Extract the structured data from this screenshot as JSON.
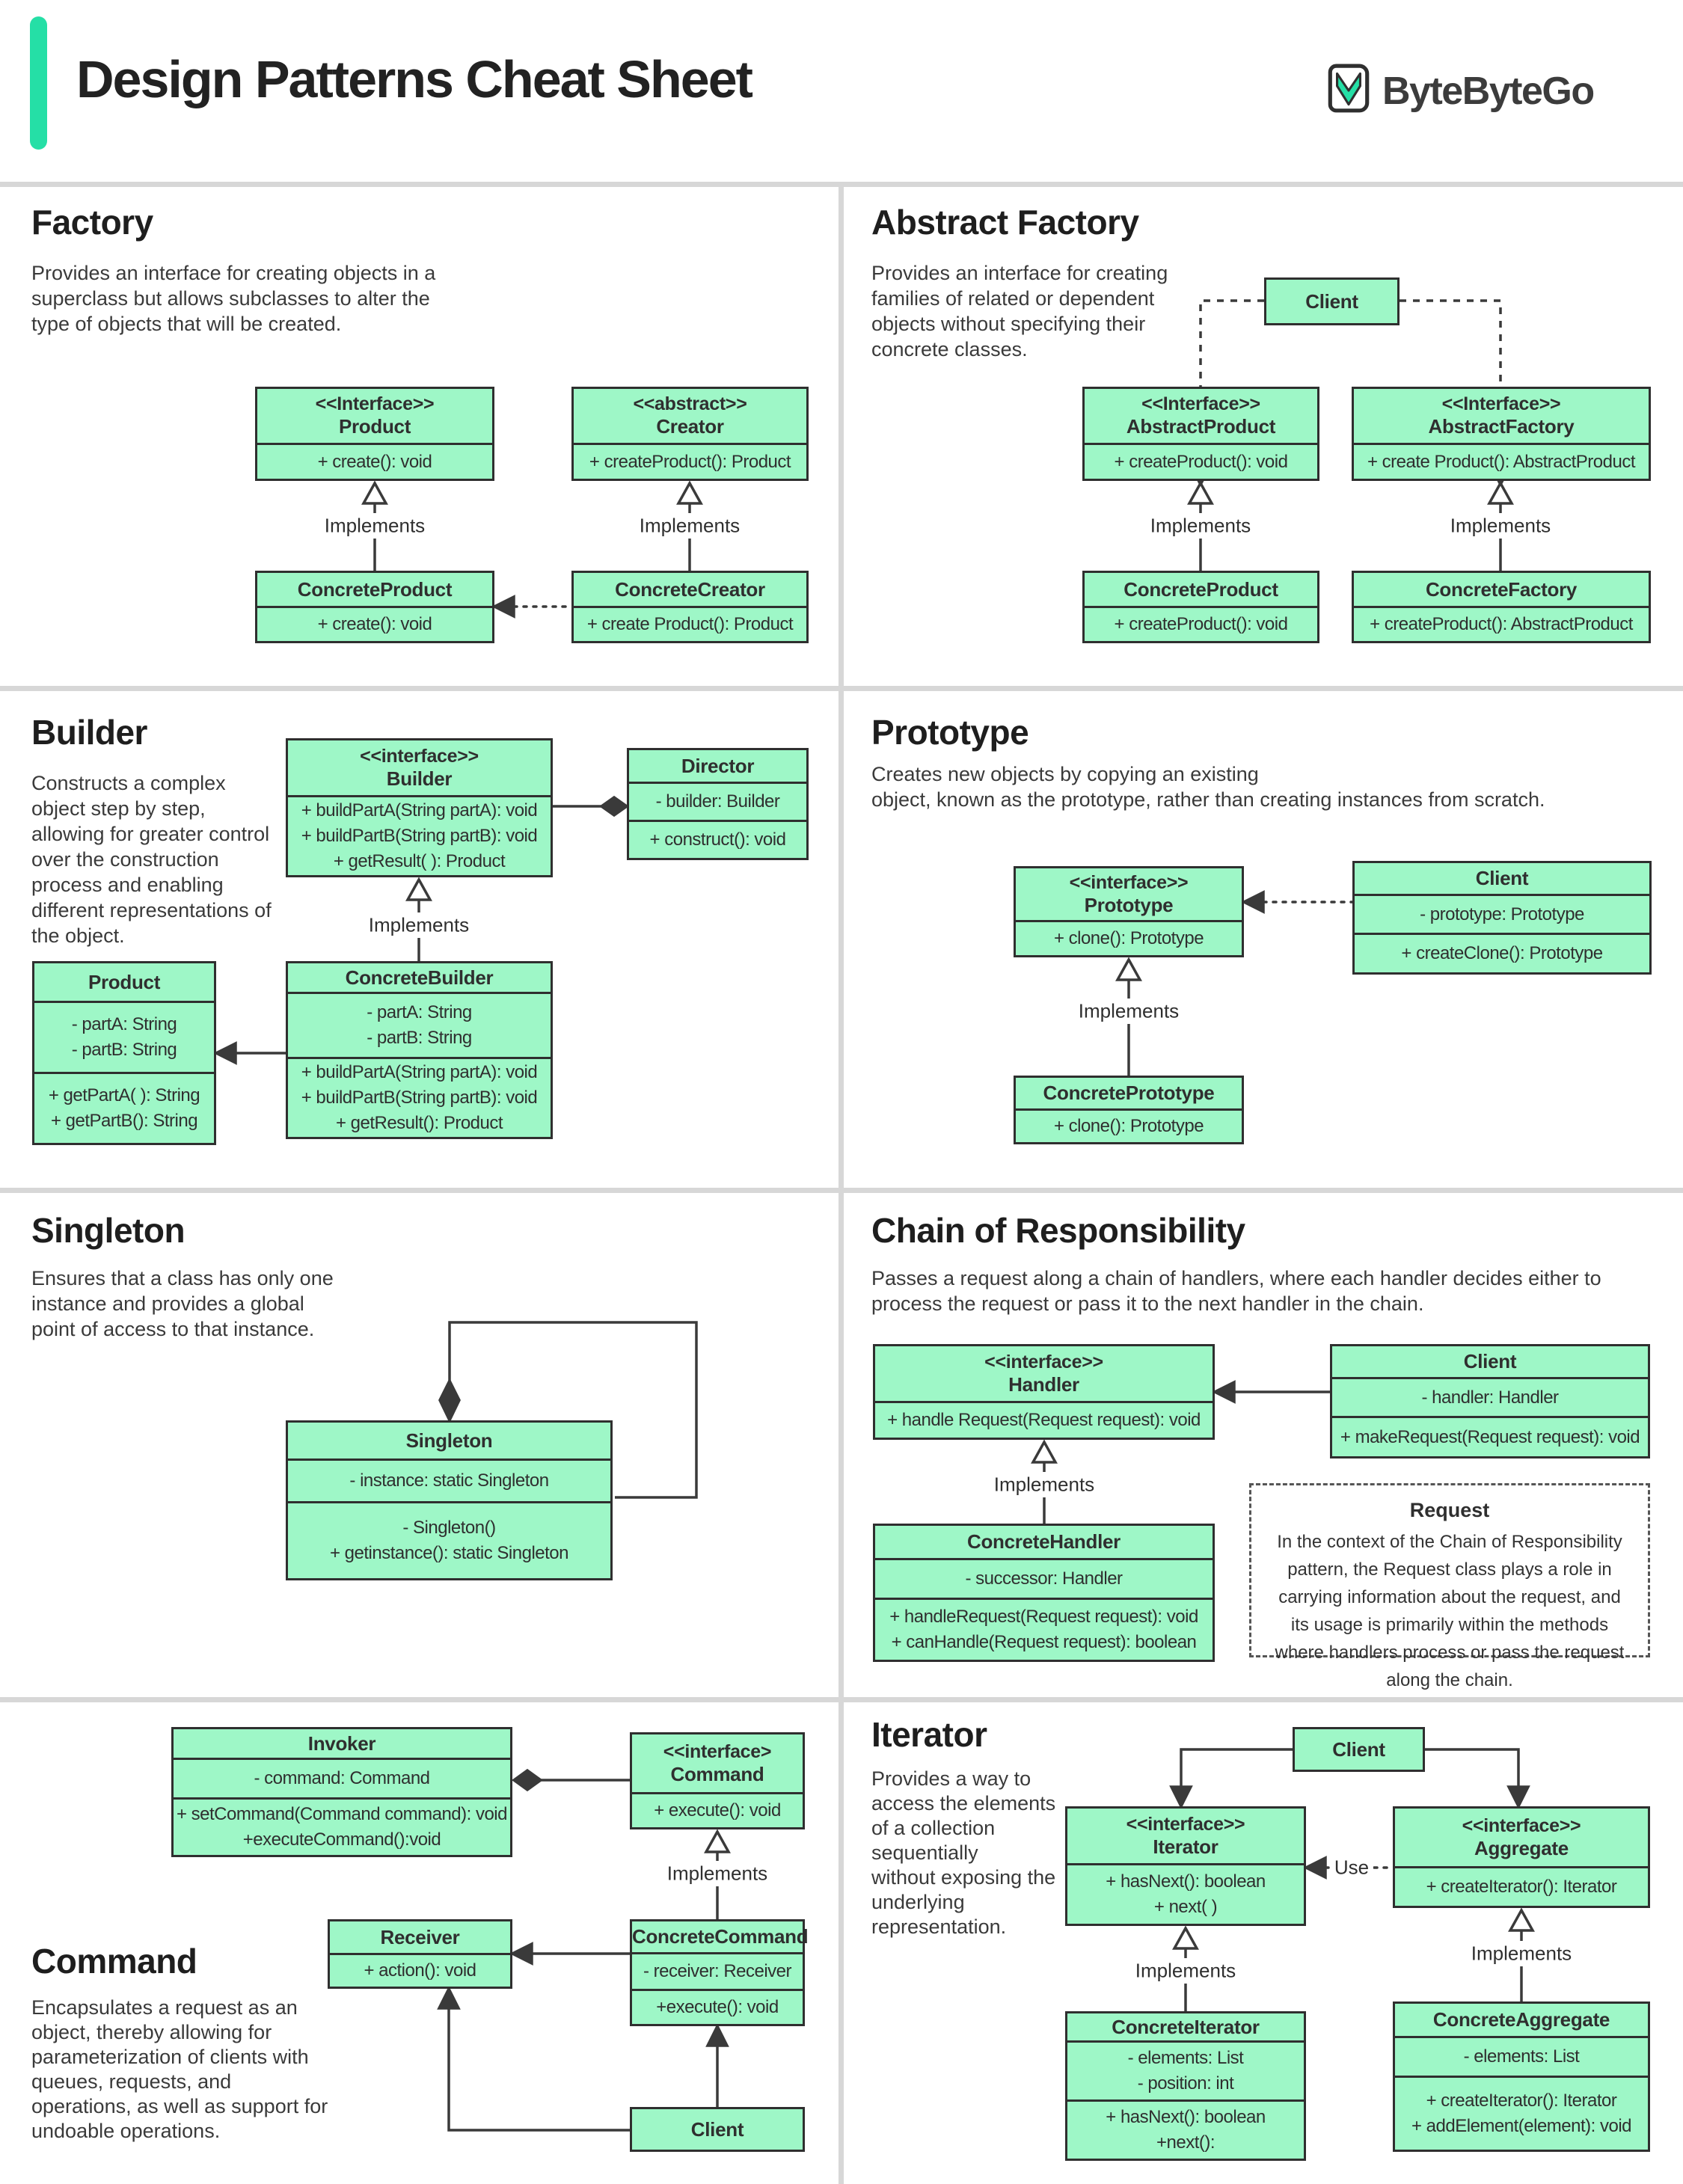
{
  "colors": {
    "accent": "#25dfa6",
    "box_fill": "#9ef7c7",
    "box_border": "#2f2f2f",
    "divider": "#d7d7d7"
  },
  "header": {
    "title": "Design Patterns Cheat Sheet",
    "brand": "ByteByteGo"
  },
  "labels": {
    "implements": "Implements",
    "use": "Use"
  },
  "factory": {
    "title": "Factory",
    "description": "Provides an interface for creating objects in a\nsuperclass but allows subclasses to alter the\ntype of objects that will be created.",
    "product": {
      "stereotype": "<<Interface>>",
      "name": "Product",
      "m1": "+ create(): void"
    },
    "creator": {
      "stereotype": "<<abstract>>",
      "name": "Creator",
      "m1": "+ createProduct(): Product"
    },
    "concrete_product": {
      "name": "ConcreteProduct",
      "m1": "+ create(): void"
    },
    "concrete_creator": {
      "name": "ConcreteCreator",
      "m1": "+ create Product(): Product"
    }
  },
  "abstract_factory": {
    "title": "Abstract Factory",
    "description": "Provides an interface for creating\nfamilies of related or dependent\nobjects without specifying their\nconcrete classes.",
    "client": {
      "name": "Client"
    },
    "abstract_product": {
      "stereotype": "<<Interface>>",
      "name": "AbstractProduct",
      "m1": "+ createProduct(): void"
    },
    "abstract_factory": {
      "stereotype": "<<Interface>>",
      "name": "AbstractFactory",
      "m1": "+ create Product(): AbstractProduct"
    },
    "concrete_product": {
      "name": "ConcreteProduct",
      "m1": "+ createProduct(): void"
    },
    "concrete_factory": {
      "name": "ConcreteFactory",
      "m1": "+ createProduct(): AbstractProduct"
    }
  },
  "builder": {
    "title": "Builder",
    "description": "Constructs a complex\nobject step by step,\nallowing for greater control\nover the construction\nprocess and enabling\ndifferent representations of\nthe object.",
    "builder": {
      "stereotype": "<<interface>>",
      "name": "Builder",
      "m1": "+ buildPartA(String partA): void",
      "m2": "+ buildPartB(String partB): void",
      "m3": "+ getResult( ): Product"
    },
    "director": {
      "name": "Director",
      "a1": "- builder: Builder",
      "m1": "+ construct(): void"
    },
    "product": {
      "name": "Product",
      "a1": "- partA: String",
      "a2": "- partB: String",
      "m1": "+ getPartA( ): String",
      "m2": "+ getPartB(): String"
    },
    "concrete_builder": {
      "name": "ConcreteBuilder",
      "a1": "- partA: String",
      "a2": "- partB: String",
      "m1": "+ buildPartA(String partA): void",
      "m2": "+ buildPartB(String partB): void",
      "m3": "+ getResult(): Product"
    }
  },
  "prototype": {
    "title": "Prototype",
    "description": "Creates new objects by copying an existing\nobject, known as the prototype, rather than creating instances from scratch.",
    "prototype": {
      "stereotype": "<<interface>>",
      "name": "Prototype",
      "m1": "+ clone(): Prototype"
    },
    "client": {
      "name": "Client",
      "a1": "- prototype: Prototype",
      "m1": "+ createClone(): Prototype"
    },
    "concrete_prototype": {
      "name": "ConcretePrototype",
      "m1": "+ clone(): Prototype"
    }
  },
  "singleton": {
    "title": "Singleton",
    "description": "Ensures that a class has only one\ninstance and provides a global\npoint of access to that instance.",
    "singleton": {
      "name": "Singleton",
      "a1": "- instance: static Singleton",
      "m1": "- Singleton()",
      "m2": "+ getinstance(): static Singleton"
    }
  },
  "chain": {
    "title": "Chain of Responsibility",
    "description": "Passes a request along a chain of handlers, where each handler decides either to\nprocess the request or pass it to the next handler in the chain.",
    "handler": {
      "stereotype": "<<interface>>",
      "name": "Handler",
      "m1": "+ handle Request(Request request): void"
    },
    "client": {
      "name": "Client",
      "a1": "- handler: Handler",
      "m1": "+ makeRequest(Request request): void"
    },
    "concrete_handler": {
      "name": "ConcreteHandler",
      "a1": "- successor: Handler",
      "m1": "+ handleRequest(Request request): void",
      "m2": "+ canHandle(Request request): boolean"
    },
    "note": {
      "title": "Request",
      "body": "In the context of the Chain of Responsibility pattern, the Request class plays a role in carrying information about the request, and its usage is primarily within the methods where handlers process or pass the request along the chain."
    }
  },
  "command": {
    "title": "Command",
    "description": "Encapsulates a request as an\nobject, thereby allowing for\nparameterization of clients with\nqueues, requests, and\noperations, as well as support for\nundoable operations.",
    "invoker": {
      "name": "Invoker",
      "a1": "- command: Command",
      "m1": "+ setCommand(Command command): void",
      "m2": "+executeCommand():void"
    },
    "command": {
      "stereotype": "<<interface>",
      "name": "Command",
      "m1": "+ execute(): void"
    },
    "receiver": {
      "name": "Receiver",
      "m1": "+ action(): void"
    },
    "concrete_command": {
      "name": "ConcreteCommand",
      "a1": "- receiver: Receiver",
      "m1": "+execute(): void"
    },
    "client": {
      "name": "Client"
    }
  },
  "iterator": {
    "title": "Iterator",
    "description": "Provides a way to\naccess the elements\nof a collection\nsequentially\nwithout exposing the\nunderlying\nrepresentation.",
    "client": {
      "name": "Client"
    },
    "iterator": {
      "stereotype": "<<interface>>",
      "name": "Iterator",
      "m1": "+ hasNext(): boolean",
      "m2": "+ next( )"
    },
    "aggregate": {
      "stereotype": "<<interface>>",
      "name": "Aggregate",
      "m1": "+ createIterator(): Iterator"
    },
    "concrete_iterator": {
      "name": "ConcreteIterator",
      "a1": "- elements: List",
      "a2": "- position: int",
      "m1": "+ hasNext(): boolean",
      "m2": "+next():"
    },
    "concrete_aggregate": {
      "name": "ConcreteAggregate",
      "a1": "- elements: List",
      "m1": "+ createIterator(): Iterator",
      "m2": "+ addElement(element): void"
    }
  }
}
